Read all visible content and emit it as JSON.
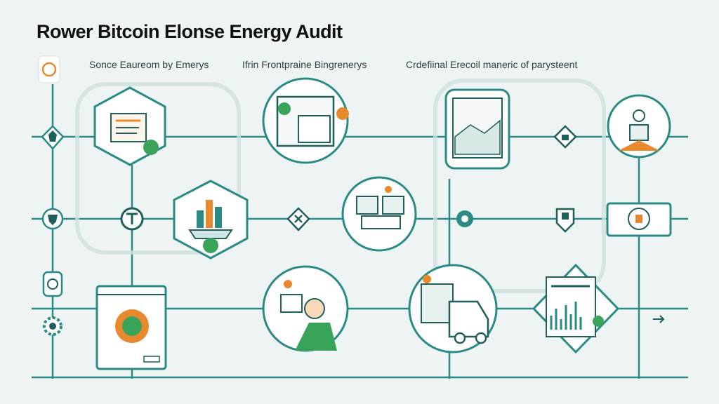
{
  "header": {
    "title": "Rower Bitcoin Elonse Energy Audit",
    "subtitles": [
      "Sonce Eaureom by Emerys",
      "Ifrin Frontpraine Bingrenerys",
      "Crdefiinal Erecoil maneric of parysteent"
    ]
  },
  "colors": {
    "teal": "#2a8a86",
    "orange": "#e8892e",
    "green": "#3aa35a",
    "background": "#eef4f4"
  }
}
